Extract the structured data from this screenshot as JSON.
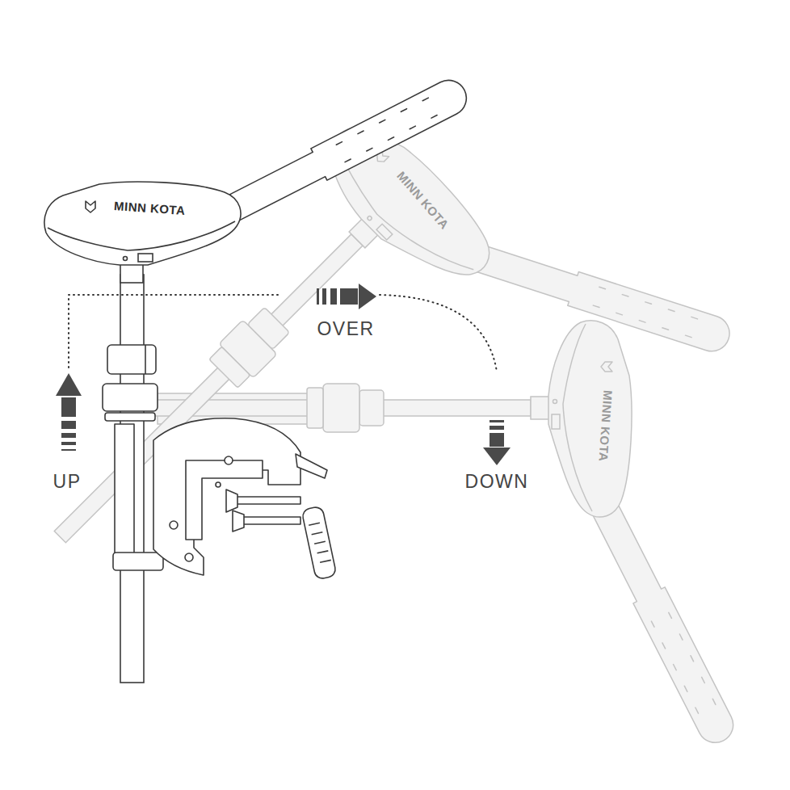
{
  "diagram": {
    "labels": [
      "MINN KOTA",
      "MINN KOTA",
      "OVER",
      "MINN KOTA",
      "UP",
      "DOWN"
    ]
  }
}
